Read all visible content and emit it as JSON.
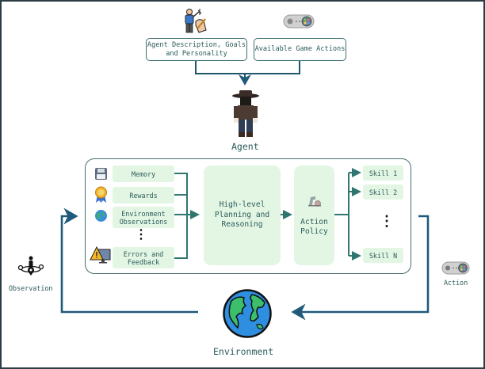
{
  "inputs": {
    "agent_description": "Agent Description, Goals and Personality",
    "game_actions": "Available Game Actions"
  },
  "agent": {
    "label": "Agent",
    "icon": "cowboy-avatar-icon"
  },
  "modules": {
    "inputs": [
      {
        "label": "Memory",
        "icon": "floppy-disk-icon"
      },
      {
        "label": "Rewards",
        "icon": "medal-icon"
      },
      {
        "label": "Environment Observations",
        "icon": "globe-icon"
      },
      {
        "label": "Errors and Feedback",
        "icon": "warning-monitor-icon"
      }
    ],
    "ellipsis": "⋮",
    "planning": "High-level Planning and Reasoning",
    "policy": "Action Policy",
    "policy_icon": "robot-arm-icon",
    "skills": [
      "Skill 1",
      "Skill 2",
      "Skill N"
    ],
    "skills_ellipsis": "⋮"
  },
  "loop": {
    "observation_label": "Observation",
    "action_label": "Action",
    "environment_label": "Environment"
  },
  "colors": {
    "loop_arrow": "#1f5a7a",
    "inner_arrow": "#2f7570",
    "pill_bg": "#e3f6e4",
    "text": "#2c5b5b"
  }
}
